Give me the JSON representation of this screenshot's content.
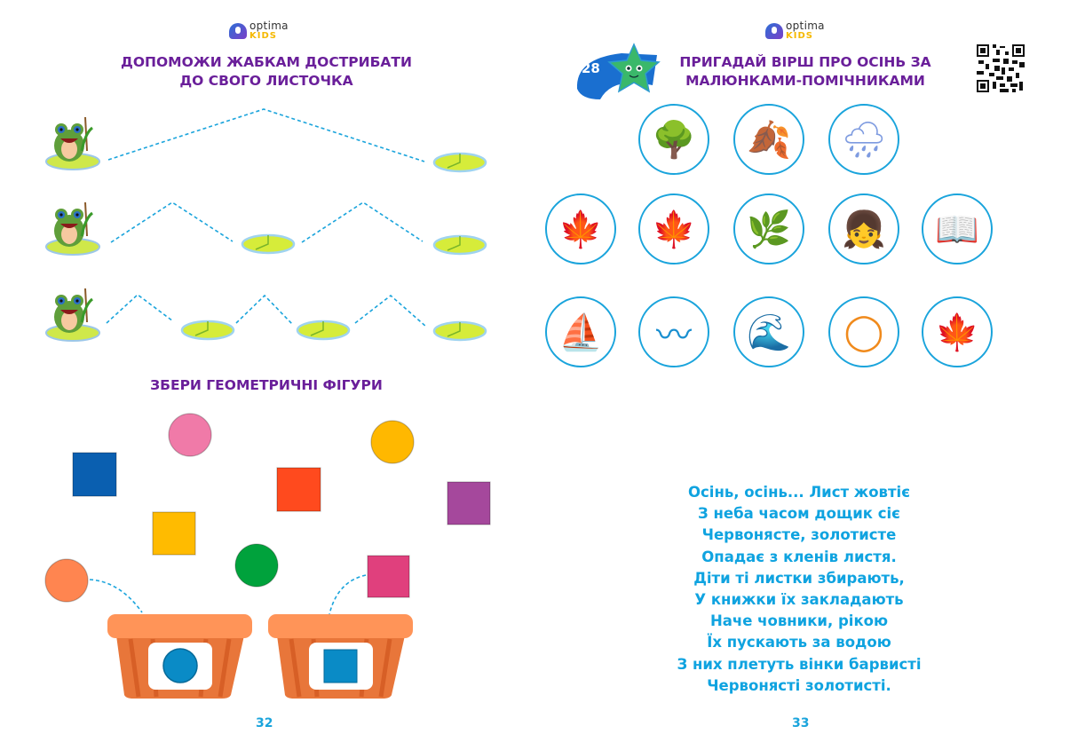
{
  "left_page": {
    "logo": {
      "word": "optima",
      "sub": "KIDS"
    },
    "title_lines": [
      "ДОПОМОЖИ ЖАБКАМ ДОСТРИБАТИ",
      "ДО СВОГО ЛИСТОЧКА"
    ],
    "frog_rows": [
      {
        "frog_icon": "frog-on-lily-pad-icon",
        "lily_pads": 1,
        "peaks": 1
      },
      {
        "frog_icon": "frog-on-lily-pad-icon",
        "lily_pads": 2,
        "peaks": 2
      },
      {
        "frog_icon": "frog-on-lily-pad-icon",
        "lily_pads": 3,
        "peaks": 3
      }
    ],
    "shapes_title": "ЗБЕРИ ГЕОМЕТРИЧНІ ФІГУРИ",
    "shapes": [
      {
        "type": "square",
        "color": "#0a5fb0"
      },
      {
        "type": "circle",
        "color": "#f07aa8"
      },
      {
        "type": "square",
        "color": "#ff4a1e"
      },
      {
        "type": "circle",
        "color": "#ffb800"
      },
      {
        "type": "square",
        "color": "#a5489c"
      },
      {
        "type": "square",
        "color": "#ffbb00"
      },
      {
        "type": "circle",
        "color": "#00a23c"
      },
      {
        "type": "circle",
        "color": "#ff8550"
      },
      {
        "type": "square",
        "color": "#e0407d"
      }
    ],
    "baskets": [
      {
        "target_shape": "circle",
        "target_color": "#0a8bc6"
      },
      {
        "target_shape": "square",
        "target_color": "#0a8bc6"
      }
    ],
    "page_number": "32"
  },
  "right_page": {
    "logo": {
      "word": "optima",
      "sub": "KIDS"
    },
    "badge_number": "28",
    "title_lines": [
      "ПРИГАДАЙ ВІРШ ПРО ОСІНЬ  ЗА",
      "МАЛЮНКАМИ-ПОМІЧНИКАМИ"
    ],
    "picture_rows": [
      [
        "autumn-trees-icon",
        "oak-leaf-icon",
        "rain-cloud-icon"
      ],
      [
        "red-maple-leaf-icon",
        "yellow-maple-leaf-icon",
        "bare-tree-icon",
        "girl-with-leaves-icon",
        "book-with-leaf-icon"
      ],
      [
        "paper-boat-icon",
        "river-icon",
        "river-with-leaves-icon",
        "leaf-wreath-icon",
        "two-maple-leaves-icon"
      ]
    ],
    "poem_lines": [
      "Осінь, осінь... Лист жовтіє",
      "З неба часом дощик сіє",
      "Червоняcте, золотисте",
      "Опадає з кленів листя.",
      "Діти ті листки збирають,",
      "У книжки їх закладають",
      "Наче човники, рікою",
      "Їх пускають за водою",
      "З них плетуть вінки барвисті",
      "Червоняcті золотисті."
    ],
    "page_number": "33",
    "accent_color": "#1aa4dc",
    "title_color": "#6a1f9a"
  }
}
